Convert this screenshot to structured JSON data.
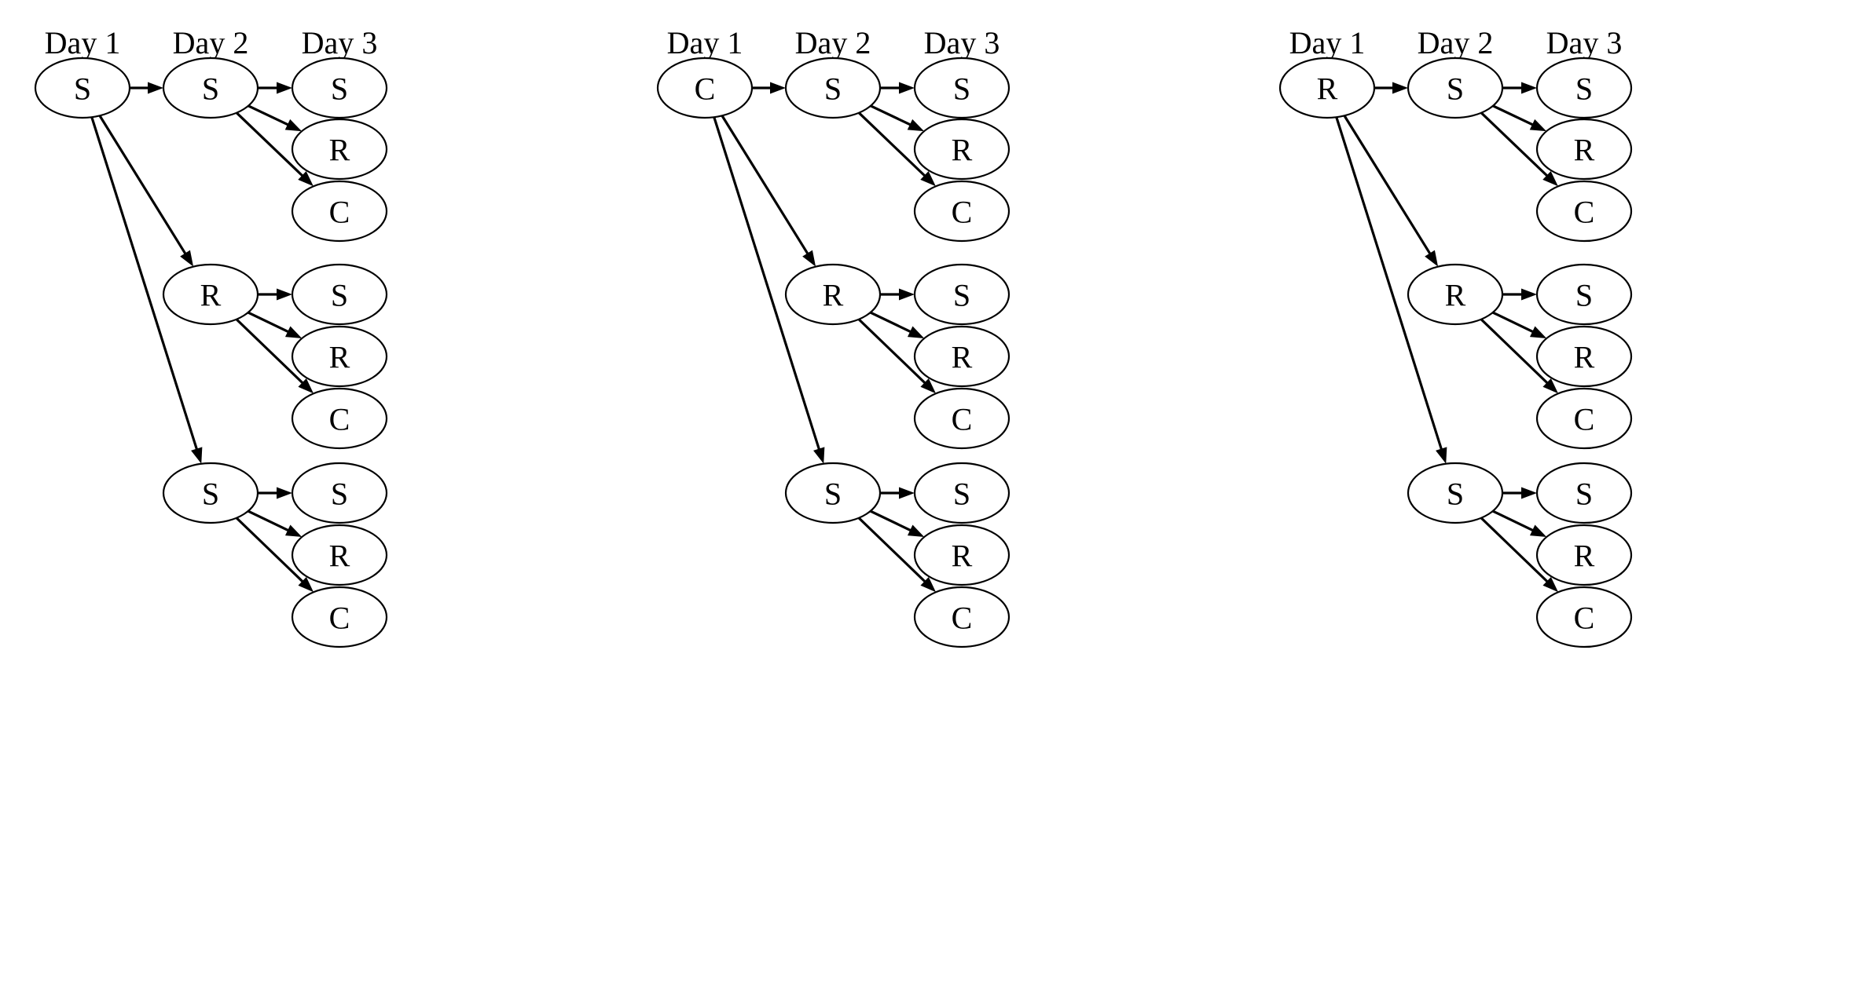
{
  "diagram": {
    "type": "tree-diagram",
    "title": "",
    "background_color": "#ffffff",
    "line_color": "#000000",
    "node_fill": "#ffffff",
    "column_headers": [
      "Day 1",
      "Day 2",
      "Day 3"
    ],
    "node_states": [
      "S",
      "R",
      "C"
    ],
    "panels": [
      {
        "id": "panel-1",
        "day1": {
          "label": "S"
        },
        "day2": [
          {
            "label": "S"
          },
          {
            "label": "R"
          },
          {
            "label": "S"
          }
        ],
        "day3": [
          [
            {
              "label": "S"
            },
            {
              "label": "R"
            },
            {
              "label": "C"
            }
          ],
          [
            {
              "label": "S"
            },
            {
              "label": "R"
            },
            {
              "label": "C"
            }
          ],
          [
            {
              "label": "S"
            },
            {
              "label": "R"
            },
            {
              "label": "C"
            }
          ]
        ]
      },
      {
        "id": "panel-2",
        "day1": {
          "label": "C"
        },
        "day2": [
          {
            "label": "S"
          },
          {
            "label": "R"
          },
          {
            "label": "S"
          }
        ],
        "day3": [
          [
            {
              "label": "S"
            },
            {
              "label": "R"
            },
            {
              "label": "C"
            }
          ],
          [
            {
              "label": "S"
            },
            {
              "label": "R"
            },
            {
              "label": "C"
            }
          ],
          [
            {
              "label": "S"
            },
            {
              "label": "R"
            },
            {
              "label": "C"
            }
          ]
        ]
      },
      {
        "id": "panel-3",
        "day1": {
          "label": "R"
        },
        "day2": [
          {
            "label": "S"
          },
          {
            "label": "R"
          },
          {
            "label": "S"
          }
        ],
        "day3": [
          [
            {
              "label": "S"
            },
            {
              "label": "R"
            },
            {
              "label": "C"
            }
          ],
          [
            {
              "label": "S"
            },
            {
              "label": "R"
            },
            {
              "label": "C"
            }
          ],
          [
            {
              "label": "S"
            },
            {
              "label": "R"
            },
            {
              "label": "C"
            }
          ]
        ]
      }
    ]
  }
}
